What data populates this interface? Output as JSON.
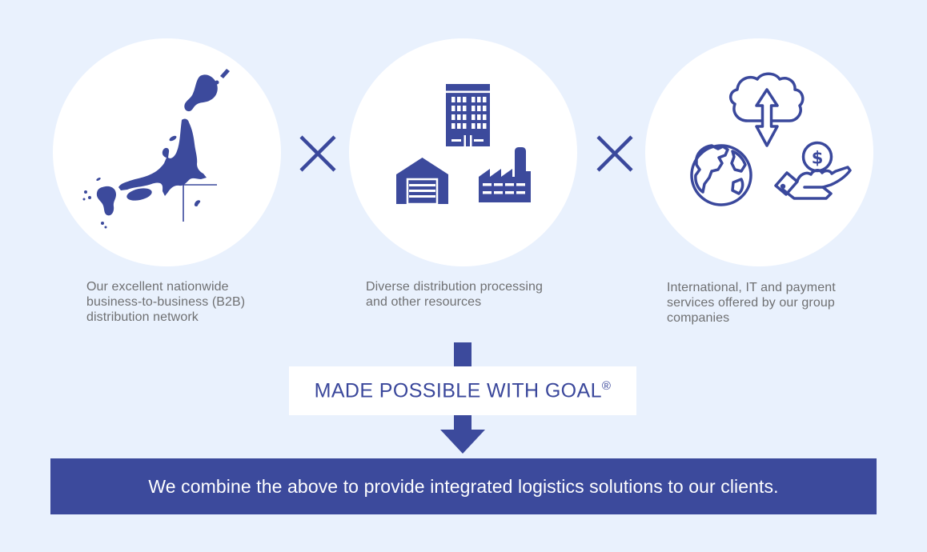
{
  "colors": {
    "background": "#e9f1fd",
    "accent_blue": "#3c4a9c",
    "circle_fill": "#ffffff",
    "caption_gray": "#6f7072",
    "goal_text_blue": "#3a479b",
    "banner_text": "#ffffff"
  },
  "circles": [
    {
      "icon": "japan-map",
      "caption": "Our excellent nationwide\nbusiness-to-business (B2B)\ndistribution network"
    },
    {
      "icon": "office-warehouse-factory",
      "caption": "Diverse distribution processing\nand other resources"
    },
    {
      "icon": "globe-cloud-transfer-payment",
      "caption": "International, IT and payment\nservices offered by our group\ncompanies"
    }
  ],
  "operator": {
    "symbol": "×",
    "icon": "multiply"
  },
  "flow": {
    "icon": "down-arrow"
  },
  "goal": {
    "label": "MADE POSSIBLE WITH GOAL",
    "registered_mark": "®"
  },
  "banner": {
    "text": "We combine the above to provide integrated logistics solutions to our clients."
  }
}
